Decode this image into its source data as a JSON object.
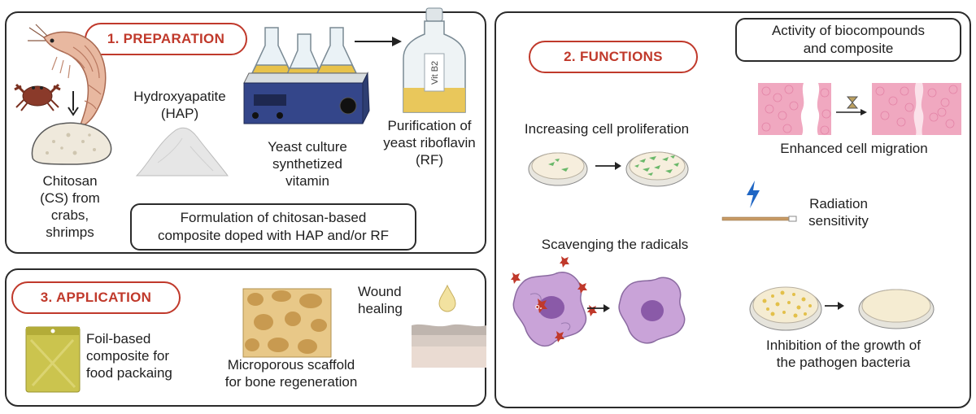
{
  "preparation": {
    "title": "1.  PREPARATION",
    "hydroxyapatite": "Hydroxyapatite\n(HAP)",
    "chitosan": "Chitosan\n(CS) from\ncrabs,\nshrimps",
    "yeast_culture": "Yeast culture\nsynthetized\nvitamin",
    "purification": "Purification of\nyeast riboflavin\n(RF)",
    "bottle_label": "Vit B2",
    "formulation": "Formulation of chitosan-based\ncomposite doped with HAP and/or RF"
  },
  "functions": {
    "title": "2. FUNCTIONS",
    "activity": "Activity of biocompounds\nand composite",
    "proliferation": "Increasing cell proliferation",
    "migration": "Enhanced cell migration",
    "radiation": "Radiation\nsensitivity",
    "radicals": "Scavenging the radicals",
    "radical_symbol": "O₂",
    "inhibition": "Inhibition of the growth of\nthe pathogen bacteria"
  },
  "application": {
    "title": "3. APPLICATION",
    "foil": "Foil-based\ncomposite for\nfood packaing",
    "scaffold": "Microporous scaffold\nfor bone regeneration",
    "wound": "Wound\nhealing"
  },
  "colors": {
    "accent": "#c0392b",
    "border": "#2b2b2b",
    "cell_purple": "#c9a3d8",
    "tissue_pink": "#f0a8c0",
    "yeast_gold": "#e8c24a",
    "foil_green": "#c8c24a"
  }
}
